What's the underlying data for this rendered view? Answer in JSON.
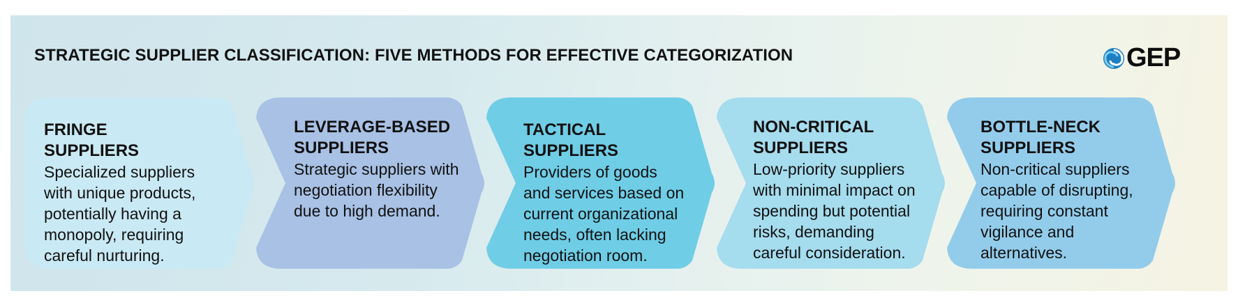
{
  "header": {
    "title": "STRATEGIC SUPPLIER CLASSIFICATION: FIVE METHODS FOR EFFECTIVE CATEGORIZATION"
  },
  "logo": {
    "text": "GEP",
    "icon": "swirl-logo-icon",
    "color": "#1f7fc4"
  },
  "steps": [
    {
      "title_line1": "FRINGE",
      "title_line2": "SUPPLIERS",
      "desc_lines": [
        "Specialized suppliers",
        "with unique products,",
        "potentially having a",
        "monopoly, requiring",
        "careful nurturing."
      ],
      "color": "#c9e9f4"
    },
    {
      "title_line1": "LEVERAGE-BASED",
      "title_line2": "SUPPLIERS",
      "desc_lines": [
        "Strategic suppliers with",
        "negotiation flexibility",
        "due to high demand."
      ],
      "color": "#a8c1e4"
    },
    {
      "title_line1": "TACTICAL",
      "title_line2": "SUPPLIERS",
      "desc_lines": [
        "Providers of goods",
        "and services based on",
        "current organizational",
        "needs, often lacking",
        "negotiation room."
      ],
      "color": "#6fcde6"
    },
    {
      "title_line1": "NON-CRITICAL",
      "title_line2": "SUPPLIERS",
      "desc_lines": [
        "Low-priority suppliers",
        "with minimal impact on",
        "spending but potential",
        "risks, demanding",
        "careful consideration."
      ],
      "color": "#a5dcee"
    },
    {
      "title_line1": "BOTTLE-NECK",
      "title_line2": "SUPPLIERS",
      "desc_lines": [
        "Non-critical suppliers",
        "capable of disrupting,",
        "requiring constant",
        "vigilance and",
        "alternatives."
      ],
      "color": "#93cceb"
    }
  ]
}
